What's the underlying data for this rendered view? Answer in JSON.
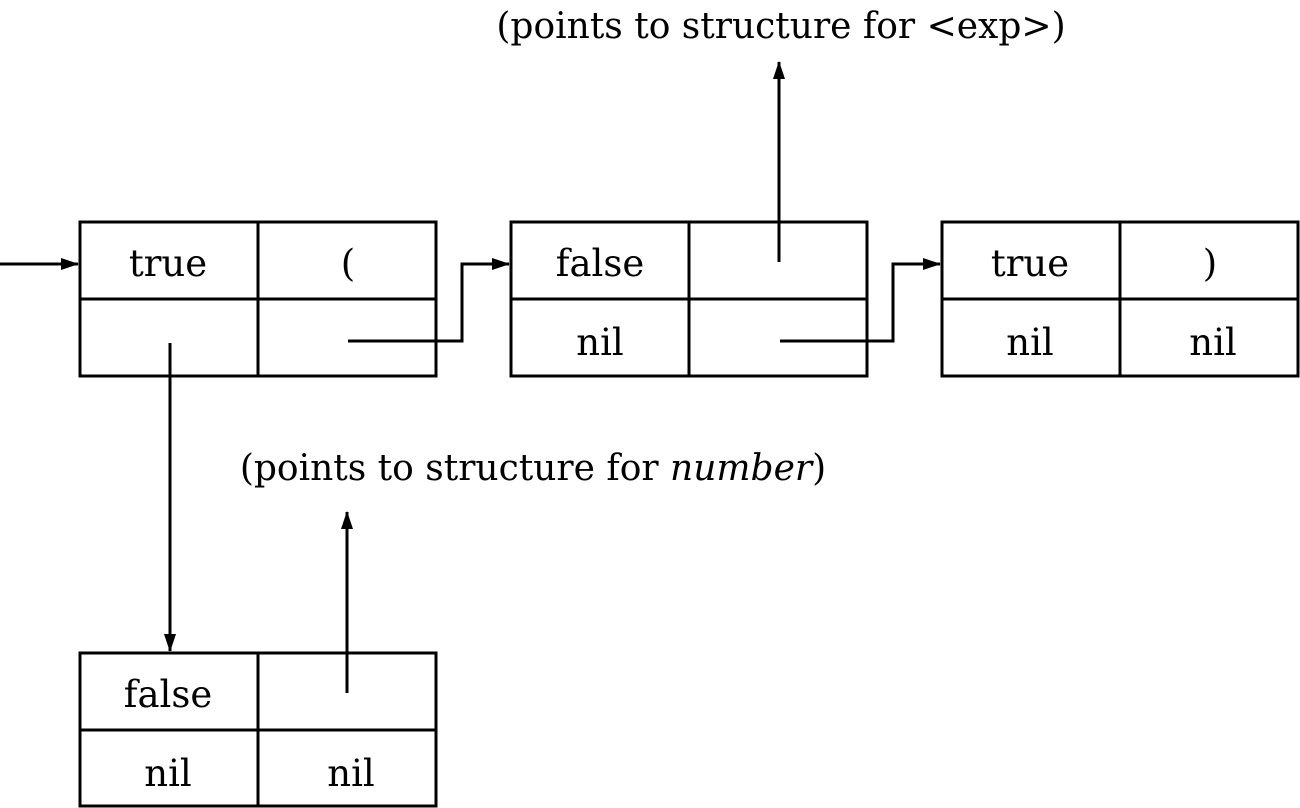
{
  "nodes": {
    "node1": {
      "tag": "true",
      "value": "("
    },
    "node2": {
      "tag": "false",
      "link": "nil"
    },
    "node3": {
      "tag": "true",
      "value": ")",
      "link": "nil",
      "next": "nil"
    },
    "node4": {
      "tag": "false",
      "link": "nil",
      "next": "nil"
    }
  },
  "captions": {
    "exp": {
      "prefix": "(points to structure for ",
      "name": "<exp>",
      "suffix": ")"
    },
    "number": {
      "prefix": "(points to structure for ",
      "name": "number",
      "suffix": ")"
    }
  }
}
